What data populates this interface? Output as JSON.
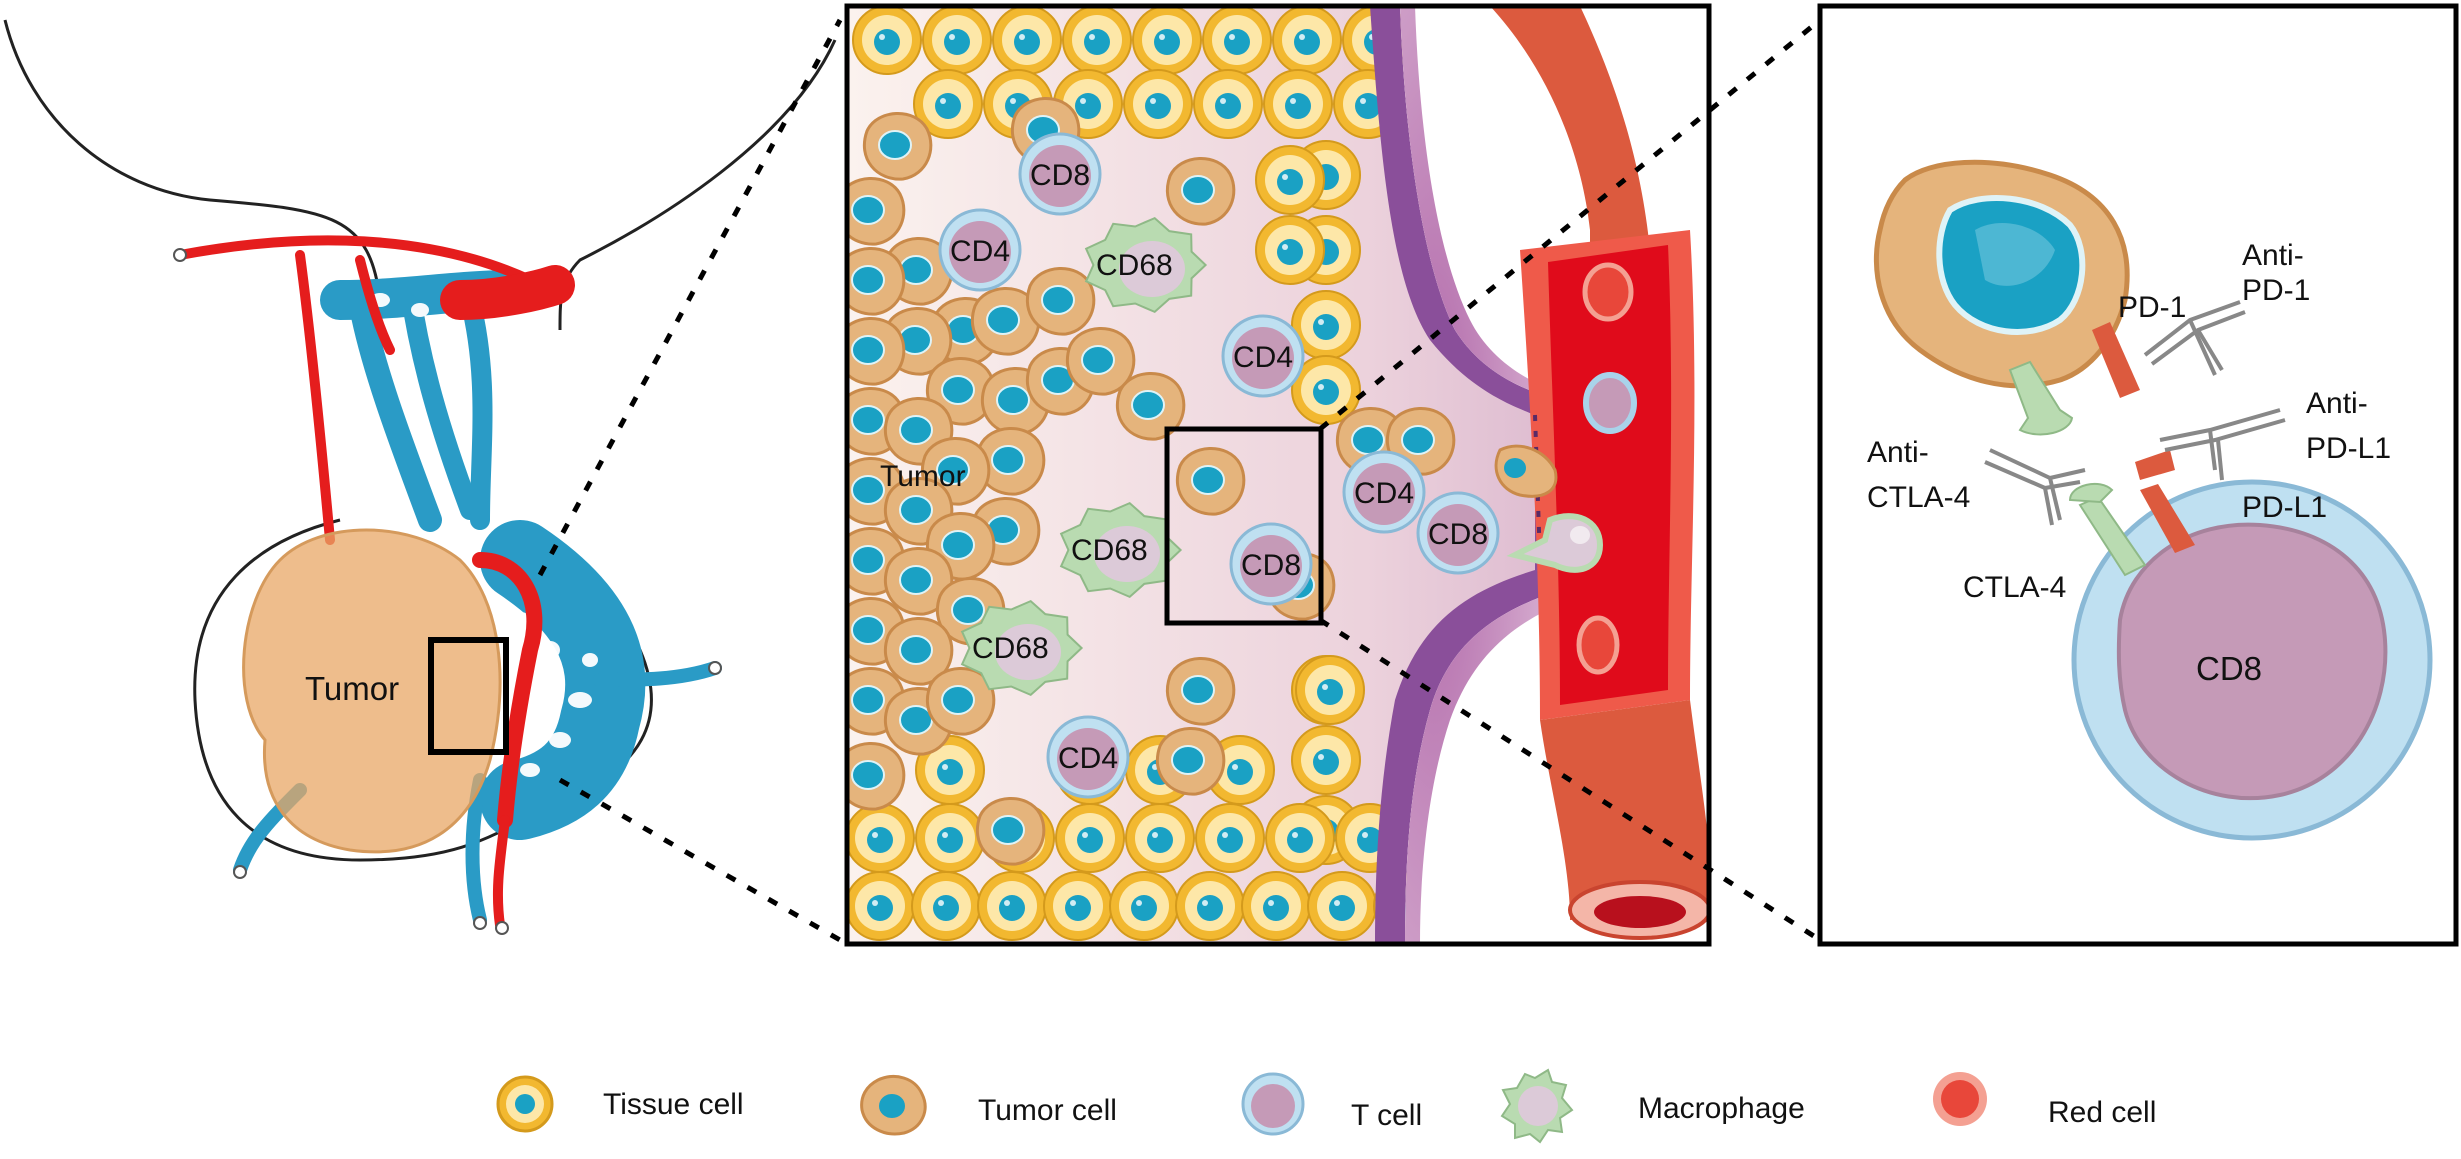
{
  "organ_panel": {
    "tumor_label": "Tumor"
  },
  "micro_panel": {
    "tumor_label": "Tumor",
    "cell_labels": {
      "cd8_top": "CD8",
      "cd4_top": "CD4",
      "cd68_top": "CD68",
      "cd4_mid": "CD4",
      "cd68_mid": "CD68",
      "cd8_box": "CD8",
      "cd68_low": "CD68",
      "cd4_bottom": "CD4",
      "cd4_vessel": "CD4",
      "cd8_vessel": "CD8"
    }
  },
  "checkpoint_panel": {
    "pd1": "PD-1",
    "anti_pd1_line1": "Anti-",
    "anti_pd1_line2": "PD-1",
    "anti_pdl1_line1": "Anti-",
    "anti_pdl1_line2": "PD-L1",
    "pdl1": "PD-L1",
    "anti_ctla4_line1": "Anti-",
    "anti_ctla4_line2": "CTLA-4",
    "ctla4": "CTLA-4",
    "cd8": "CD8"
  },
  "legend": {
    "items": [
      {
        "label": "Tissue cell",
        "icon": "tissue-cell-icon"
      },
      {
        "label": "Tumor cell",
        "icon": "tumor-cell-icon"
      },
      {
        "label": "T cell",
        "icon": "t-cell-icon"
      },
      {
        "label": "Macrophage",
        "icon": "macrophage-icon"
      },
      {
        "label": "Red cell",
        "icon": "red-cell-icon"
      }
    ]
  },
  "colors": {
    "tissue_outer": "#f2b830",
    "tissue_inner": "#fde7a8",
    "nucleus": "#1aa1c4",
    "tumor_outer": "#c98a4a",
    "tumor_inner": "#e5b47c",
    "t_cell_outer": "#a9d3ea",
    "t_cell_inner": "#c59ab7",
    "macrophage_outer": "#b9dbb1",
    "macrophage_inner": "#dccad8",
    "red_cell": "#e8473a",
    "vessel_red": "#e51d1d",
    "vessel_blue": "#2a9bc6",
    "vessel_wall": "#8a4f9a",
    "artery_outer": "#dc5a3e"
  }
}
